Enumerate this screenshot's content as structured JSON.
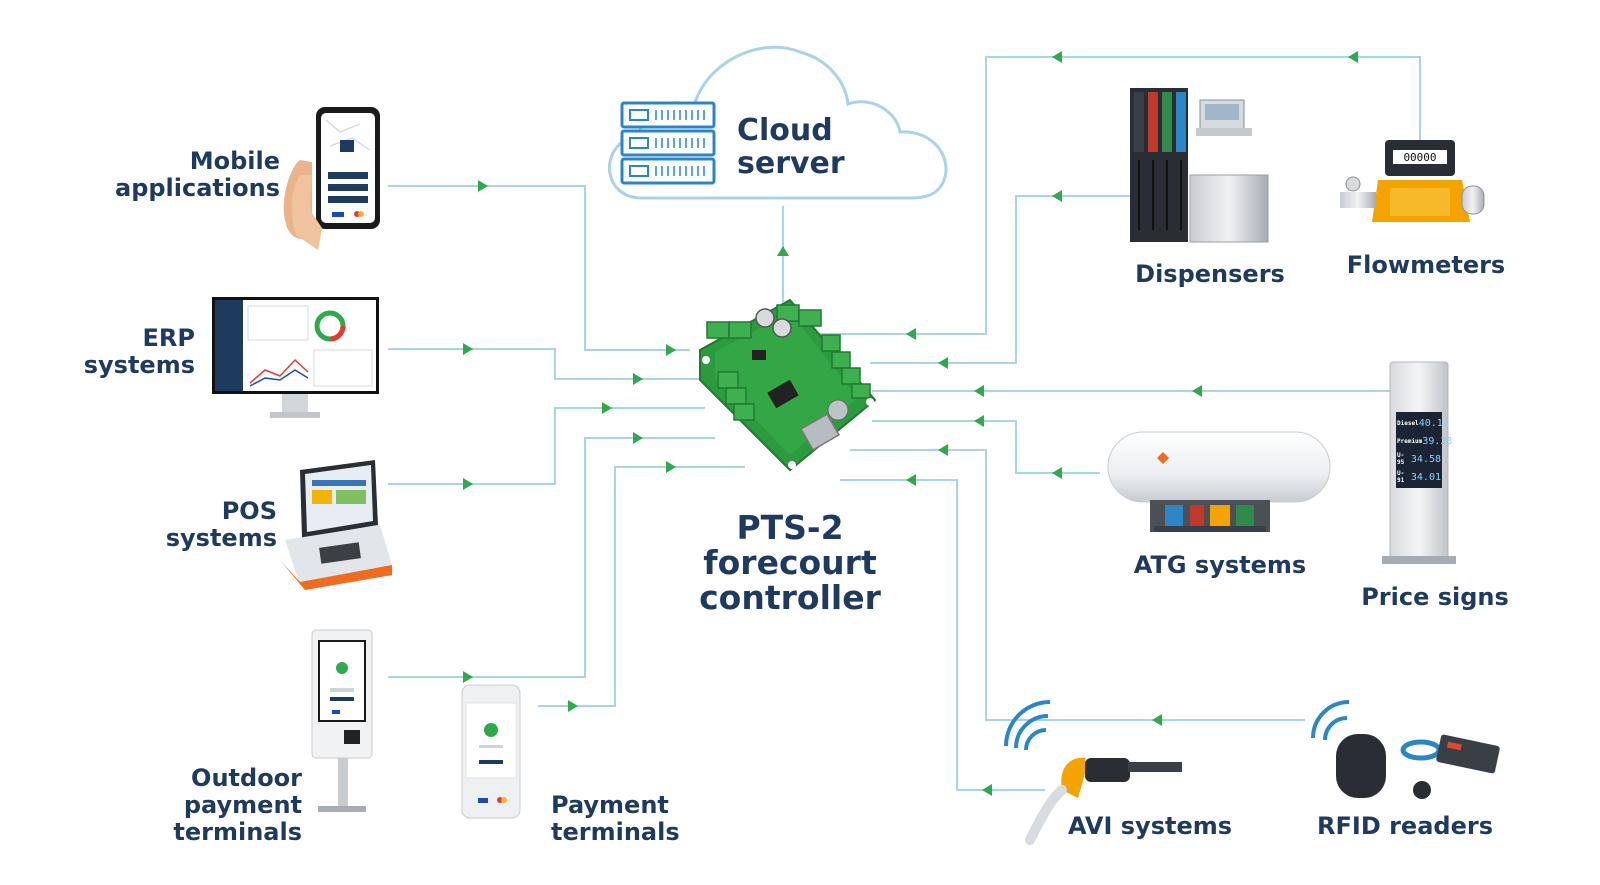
{
  "hub": {
    "line1": "PTS-2",
    "line2": "forecourt",
    "line3": "controller"
  },
  "cloud": {
    "line1": "Cloud",
    "line2": "server"
  },
  "nodes": {
    "mobile": {
      "line1": "Mobile",
      "line2": "applications"
    },
    "erp": {
      "line1": "ERP",
      "line2": "systems"
    },
    "pos": {
      "line1": "POS",
      "line2": "systems"
    },
    "outdoor": {
      "line1": "Outdoor",
      "line2": "payment",
      "line3": "terminals"
    },
    "payment": {
      "line1": "Payment",
      "line2": "terminals"
    },
    "dispensers": {
      "label": "Dispensers"
    },
    "flowmeters": {
      "label": "Flowmeters"
    },
    "atg": {
      "label": "ATG systems"
    },
    "price_signs": {
      "label": "Price signs",
      "rows": [
        "Diesel",
        "Premium",
        "U-95",
        "U-91"
      ],
      "prices": [
        "40.12",
        "39.23",
        "34.58",
        "34.01"
      ]
    },
    "avi": {
      "label": "AVI systems"
    },
    "rfid": {
      "label": "RFID readers"
    },
    "flowmeter_counter": "00000"
  },
  "colors": {
    "line": "#a9d3e6",
    "arrow": "#2eaa4a",
    "text": "#1f3a5f",
    "pcb": "#2c9a3f",
    "terminal": "#3da34a"
  }
}
